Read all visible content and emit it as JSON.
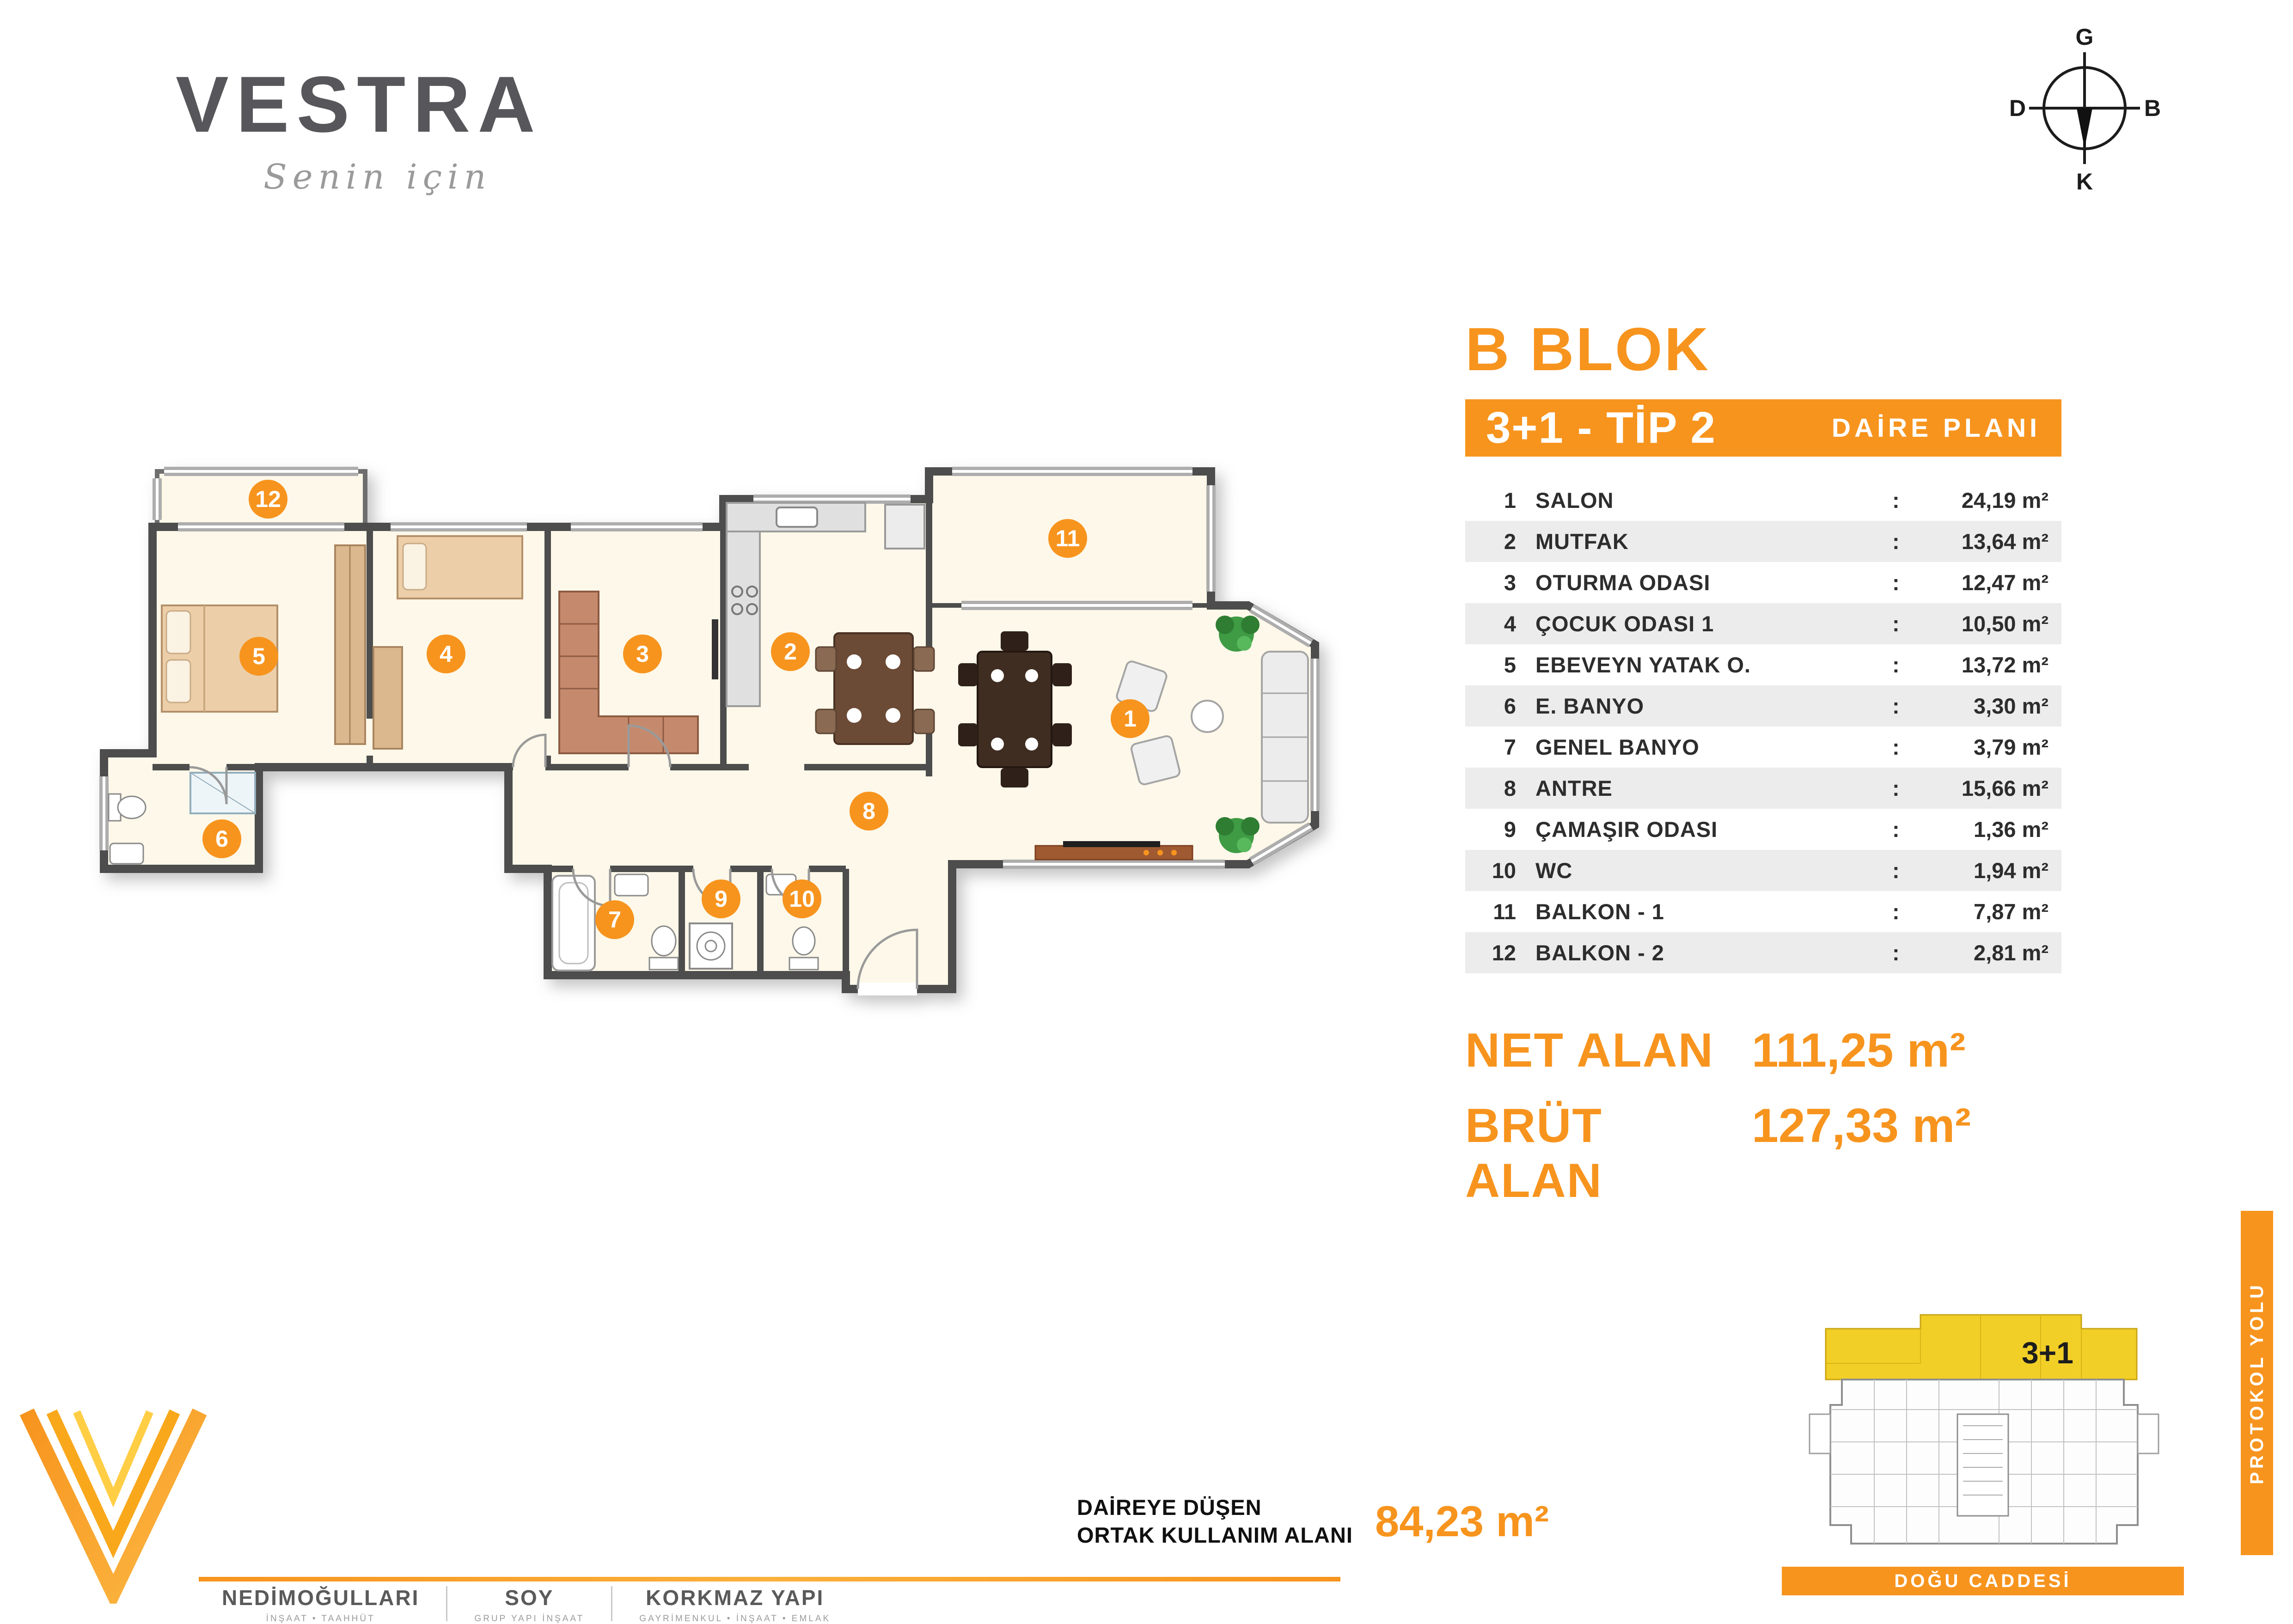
{
  "colors": {
    "accent": "#f7941e",
    "highlight": "#f2cf27",
    "wall": "#4d4d4d",
    "floor": "#fdf8e9"
  },
  "brand": {
    "name": "VESTRA",
    "tagline": "Senin için"
  },
  "compass": {
    "top": "G",
    "bottom": "K",
    "left": "D",
    "right": "B"
  },
  "panel": {
    "block_title": "B BLOK",
    "type_title": "3+1 - TİP 2",
    "plan_label": "DAİRE PLANI",
    "colon": ":",
    "rooms": [
      {
        "no": "1",
        "name": "SALON",
        "area": "24,19 m²"
      },
      {
        "no": "2",
        "name": "MUTFAK",
        "area": "13,64 m²"
      },
      {
        "no": "3",
        "name": "OTURMA ODASI",
        "area": "12,47 m²"
      },
      {
        "no": "4",
        "name": "ÇOCUK ODASI 1",
        "area": "10,50 m²"
      },
      {
        "no": "5",
        "name": "EBEVEYN YATAK O.",
        "area": "13,72 m²"
      },
      {
        "no": "6",
        "name": "E. BANYO",
        "area": "3,30 m²"
      },
      {
        "no": "7",
        "name": "GENEL BANYO",
        "area": "3,79 m²"
      },
      {
        "no": "8",
        "name": "ANTRE",
        "area": "15,66 m²"
      },
      {
        "no": "9",
        "name": "ÇAMAŞIR ODASI",
        "area": "1,36 m²"
      },
      {
        "no": "10",
        "name": "WC",
        "area": "1,94 m²"
      },
      {
        "no": "11",
        "name": "BALKON - 1",
        "area": "7,87 m²"
      },
      {
        "no": "12",
        "name": "BALKON - 2",
        "area": "2,81 m²"
      }
    ],
    "net_label": "NET ALAN",
    "net_value": "111,25 m²",
    "brut_label": "BRÜT ALAN",
    "brut_value": "127,33 m²"
  },
  "common_area": {
    "line1": "DAİREYE DÜŞEN",
    "line2": "ORTAK KULLANIM ALANI",
    "value": "84,23 m²"
  },
  "building": {
    "unit": "3+1",
    "street_side": "PROTOKOL YOLU",
    "street_bottom": "DOĞU CADDESİ"
  },
  "footer": {
    "companies": [
      {
        "name": "NEDİMOĞULLARI",
        "sub": "İNŞAAT • TAAHHÜT"
      },
      {
        "name": "SOY",
        "sub": "GRUP YAPI İNŞAAT"
      },
      {
        "name": "KORKMAZ YAPI",
        "sub": "GAYRİMENKUL • İNŞAAT • EMLAK"
      }
    ]
  }
}
